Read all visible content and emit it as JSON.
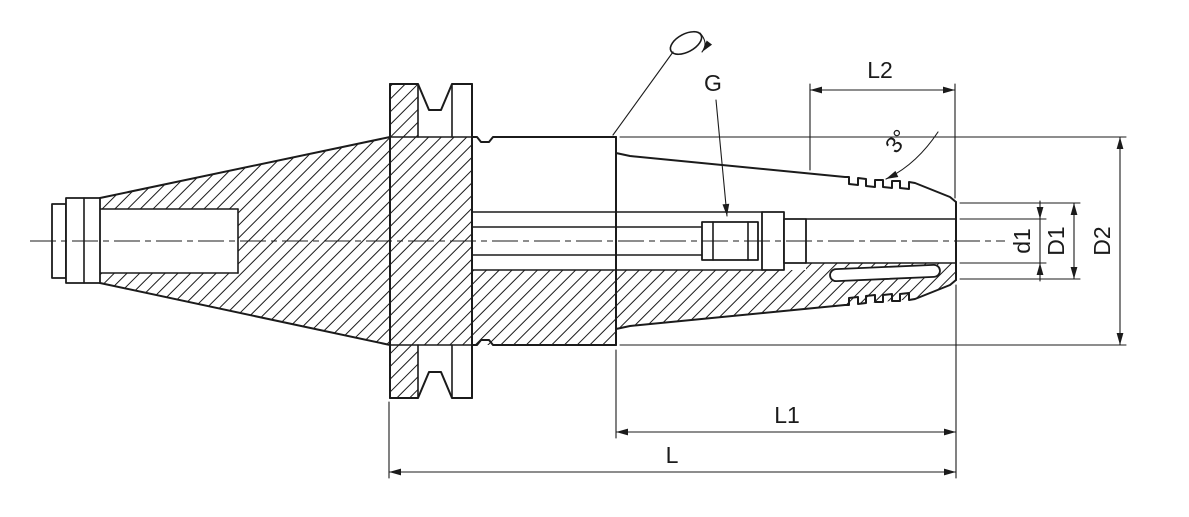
{
  "drawing": {
    "background": "#ffffff",
    "line_color": "#1b1b1b",
    "labels": {
      "clamp_length": "L2",
      "g_thread": "G",
      "taper_angle": "3°",
      "bore_diameter": "d1",
      "nose_diameter": "D1",
      "body_diameter": "D2",
      "projection_length": "L1",
      "total_length": "L"
    }
  }
}
